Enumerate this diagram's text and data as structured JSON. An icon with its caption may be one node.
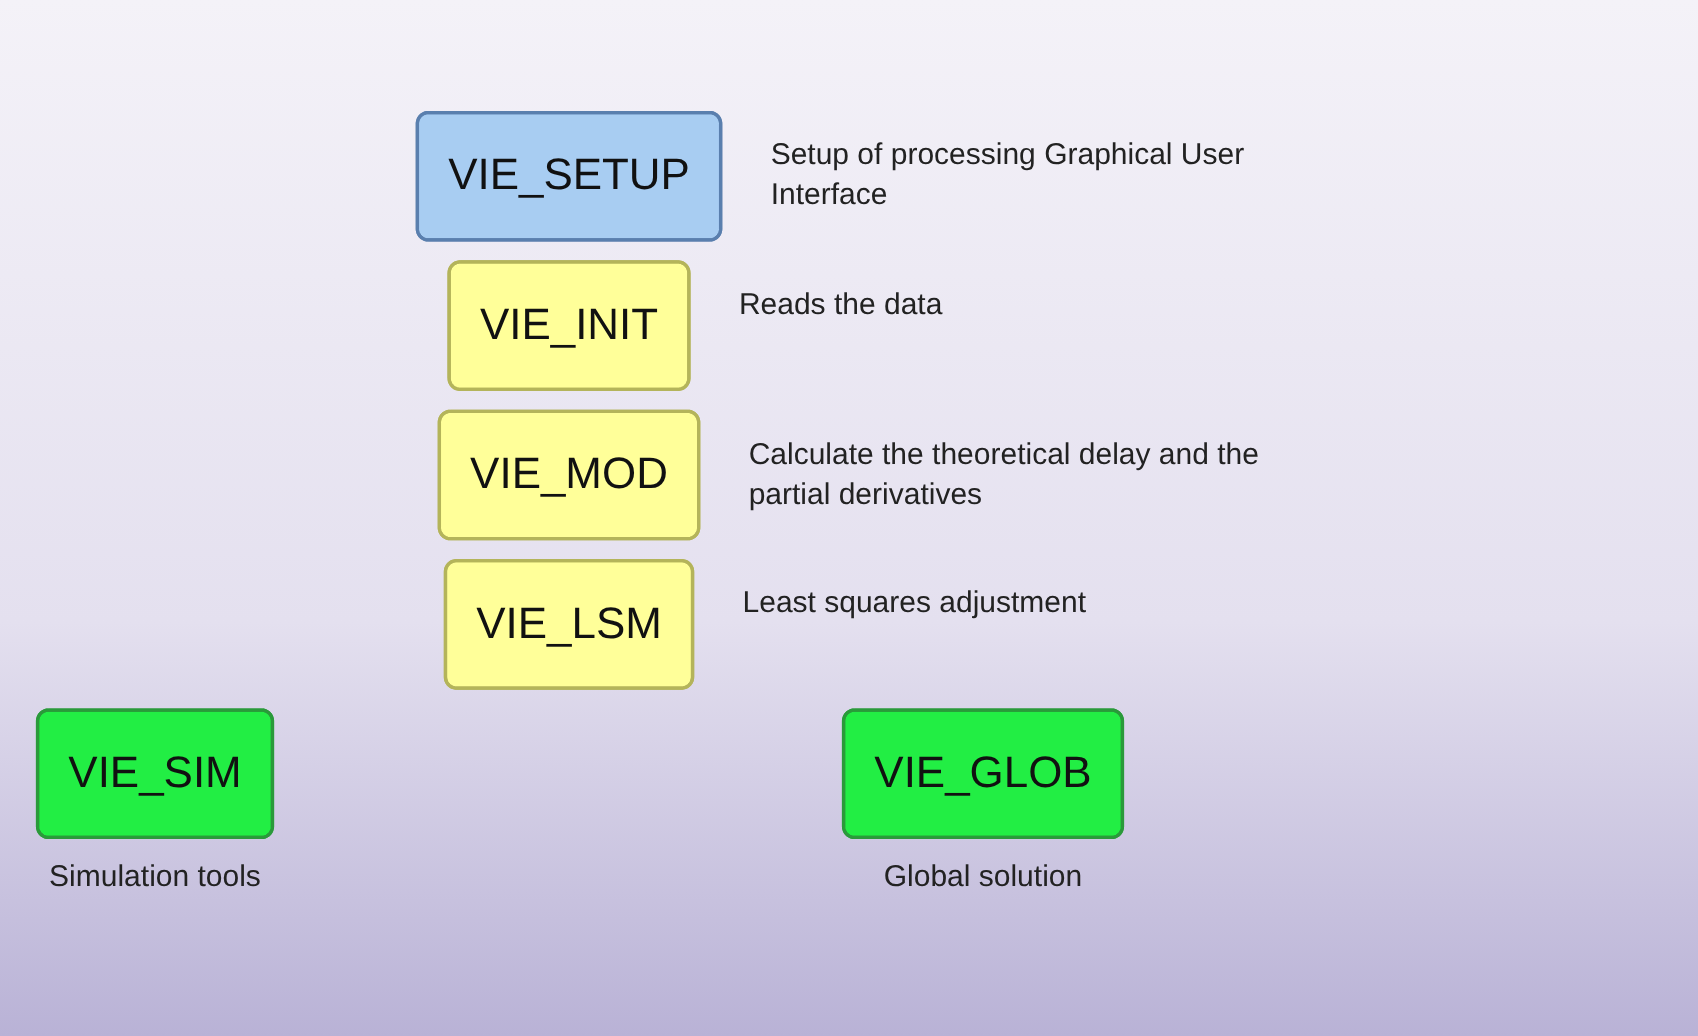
{
  "diagram": {
    "nodes": [
      {
        "text": [
          "VIE_SETUP"
        ],
        "beside": [
          "Setup of processing Graphical User Interface"
        ]
      },
      {
        "text": [
          "VIE_INIT"
        ],
        "beside": [
          "Reads the data"
        ]
      },
      {
        "text": [
          "VIE_MOD"
        ],
        "beside": [
          "Calculate the theoretical delay and the partial derivatives"
        ]
      },
      {
        "text": [
          "VIE_LSM"
        ],
        "beside": [
          "Least squares adjustment"
        ]
      },
      {
        "text": [
          "VIE_SIM"
        ],
        "beside": [
          "Simulation tools"
        ]
      },
      {
        "text": [
          "VIE_GLOB"
        ],
        "beside": [
          "Global solution"
        ]
      }
    ],
    "edges": []
  }
}
